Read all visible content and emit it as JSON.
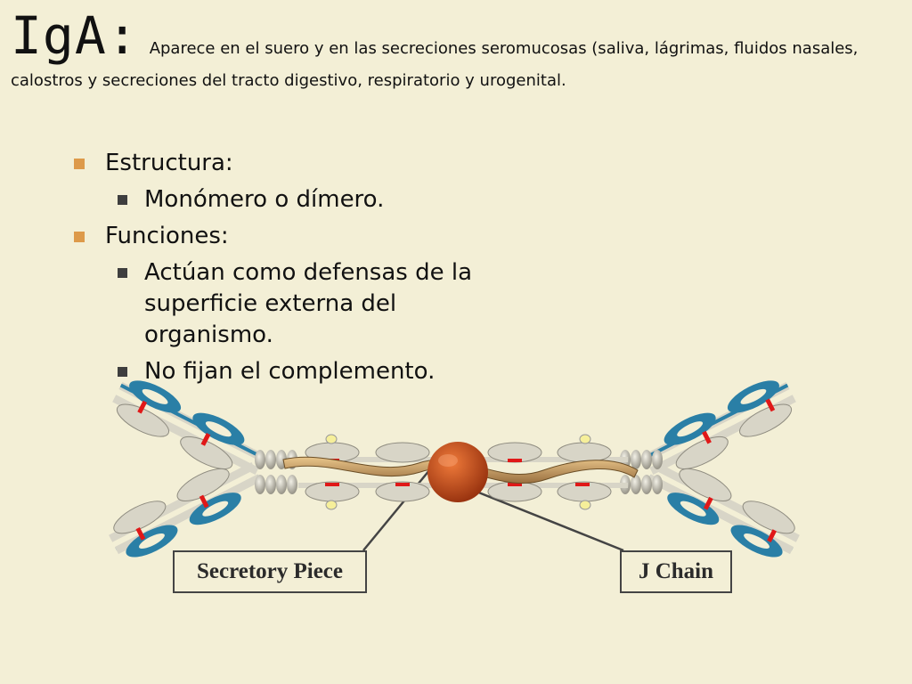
{
  "title": {
    "main": "IgA:",
    "description": "Aparece en el suero y en las secreciones seromucosas (saliva, lágrimas, fluidos nasales, calostros y secreciones del tracto digestivo, respiratorio y urogenital."
  },
  "bullets": {
    "estructura": "Estructura:",
    "estructura_sub": "Monómero o dímero.",
    "funciones": "Funciones:",
    "funciones_sub1": "Actúan como defensas de la superficie externa del organismo.",
    "funciones_sub2": "No fijan el complemento."
  },
  "diagram": {
    "secretory_piece_label": "Secretory Piece",
    "j_chain_label": "J Chain"
  },
  "colors": {
    "background": "#f3efd6",
    "bullet_level1": "#dd9a4a",
    "bullet_level2": "#3e3e3e",
    "heavy_chain": "#d8d5c7",
    "light_chain": "#2a7fa6",
    "disulfide_bond": "#e01818",
    "secretory_piece": "#c8a060",
    "j_chain": "#c8501a"
  }
}
